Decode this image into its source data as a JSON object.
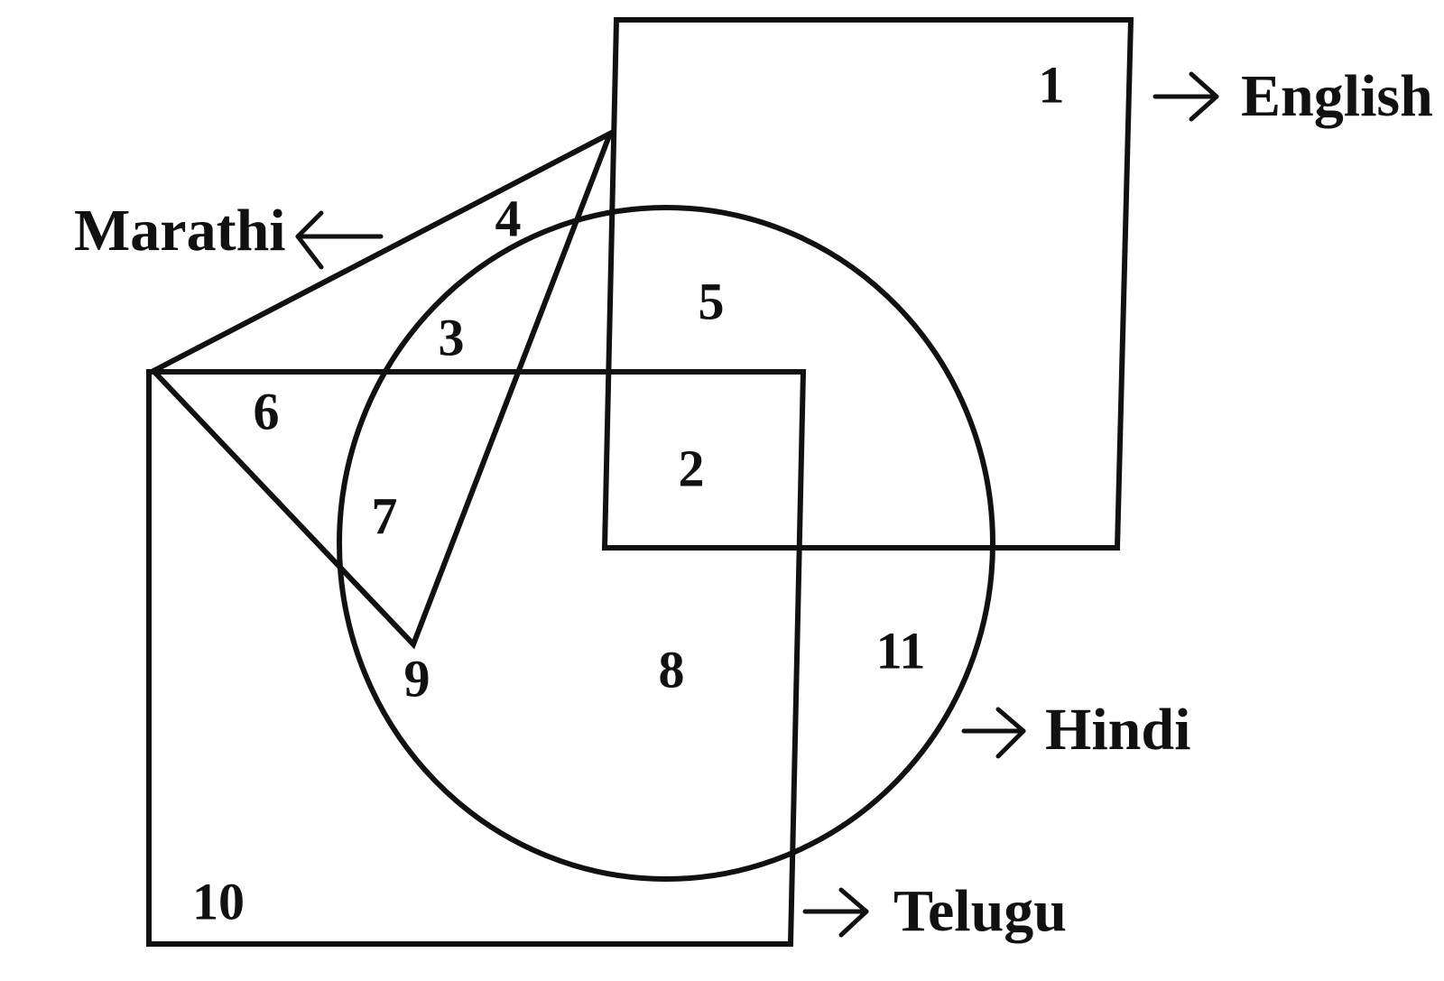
{
  "sets": {
    "english": "English",
    "marathi": "Marathi",
    "hindi": "Hindi",
    "telugu": "Telugu"
  },
  "regions": {
    "r1": "1",
    "r2": "2",
    "r3": "3",
    "r4": "4",
    "r5": "5",
    "r6": "6",
    "r7": "7",
    "r8": "8",
    "r9": "9",
    "r10": "10",
    "r11": "11"
  }
}
